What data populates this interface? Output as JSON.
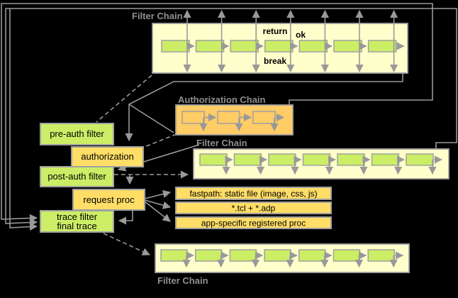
{
  "colors": {
    "background": "#000000",
    "chain_fill": "#FFFFCC",
    "chain_item_fill": "#CCEE66",
    "auth_chain_fill": "#FFCC66",
    "stage_green": "#CCEE66",
    "stage_yellow": "#FFDD66",
    "border": "#A0A0A0",
    "wire": "#999999",
    "label_gray": "#8F8F8F"
  },
  "chains": {
    "top": {
      "label": "Filter Chain",
      "items": 7,
      "annotations": {
        "return_label": "return",
        "ok_label": "ok",
        "break_label": "break"
      }
    },
    "authorization": {
      "label": "Authorization Chain",
      "items": 3
    },
    "middle": {
      "label": "Filter Chain",
      "items": 7
    },
    "bottom": {
      "label": "Filter Chain",
      "items": 7
    }
  },
  "stages": {
    "pre_auth": {
      "label": "pre-auth filter"
    },
    "authorization": {
      "label": "authorization"
    },
    "post_auth": {
      "label": "post-auth filter"
    },
    "request_proc": {
      "label": "request proc"
    },
    "trace": {
      "label_line1": "trace filter",
      "label_line2": "final trace"
    }
  },
  "handlers": {
    "fastpath": {
      "label": "fastpath: static file (image, css, js)"
    },
    "scripts": {
      "label": "*.tcl + *.adp"
    },
    "registered": {
      "label": "app-specific registered proc"
    }
  }
}
